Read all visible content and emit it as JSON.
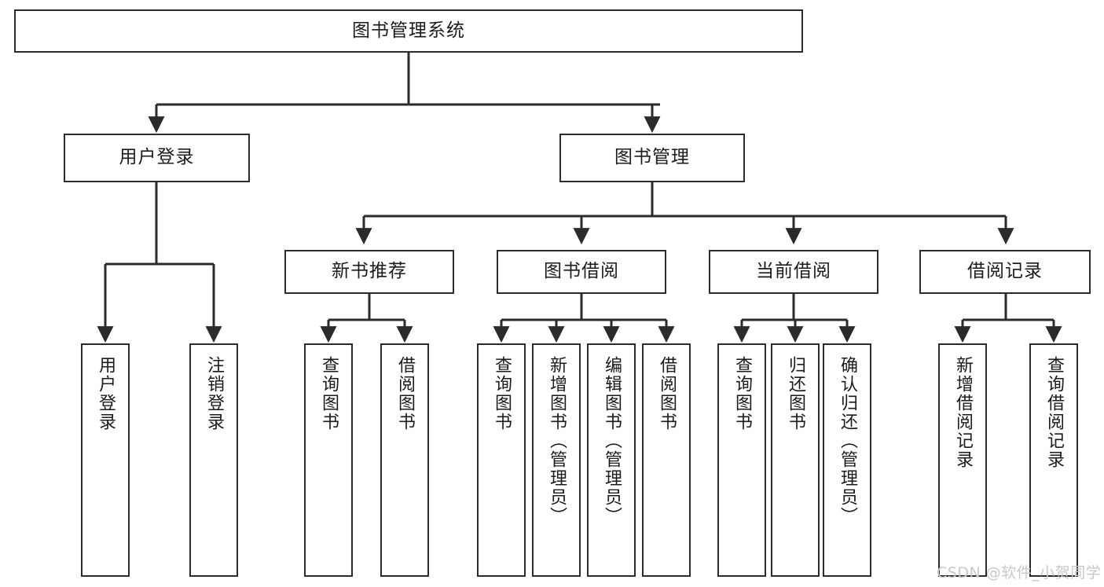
{
  "diagram": {
    "title": "图书管理系统",
    "type": "tree-hierarchy-diagram",
    "colors": {
      "stroke": "#2b2b2b",
      "fill": "#ffffff",
      "text": "#1b1b1b",
      "watermark": "#c8c8c8"
    },
    "root": {
      "label": "图书管理系统"
    },
    "level2": [
      {
        "label": "用户登录"
      },
      {
        "label": "图书管理"
      }
    ],
    "level3": [
      {
        "label": "新书推荐"
      },
      {
        "label": "图书借阅"
      },
      {
        "label": "当前借阅"
      },
      {
        "label": "借阅记录"
      }
    ],
    "leaves": {
      "user_login": [
        {
          "label": "用户登录"
        },
        {
          "label": "注销登录"
        }
      ],
      "new_book": [
        {
          "label": "查询图书"
        },
        {
          "label": "借阅图书"
        }
      ],
      "book_borrow": [
        {
          "label": "查询图书"
        },
        {
          "label": "新增图书（管理员）"
        },
        {
          "label": "编辑图书（管理员）"
        },
        {
          "label": "借阅图书"
        }
      ],
      "current_borrow": [
        {
          "label": "查询图书"
        },
        {
          "label": "归还图书"
        },
        {
          "label": "确认归还（管理员）"
        }
      ],
      "borrow_record": [
        {
          "label": "新增借阅记录"
        },
        {
          "label": "查询借阅记录"
        }
      ]
    },
    "watermark": "CSDN @软件_小贺同学"
  }
}
